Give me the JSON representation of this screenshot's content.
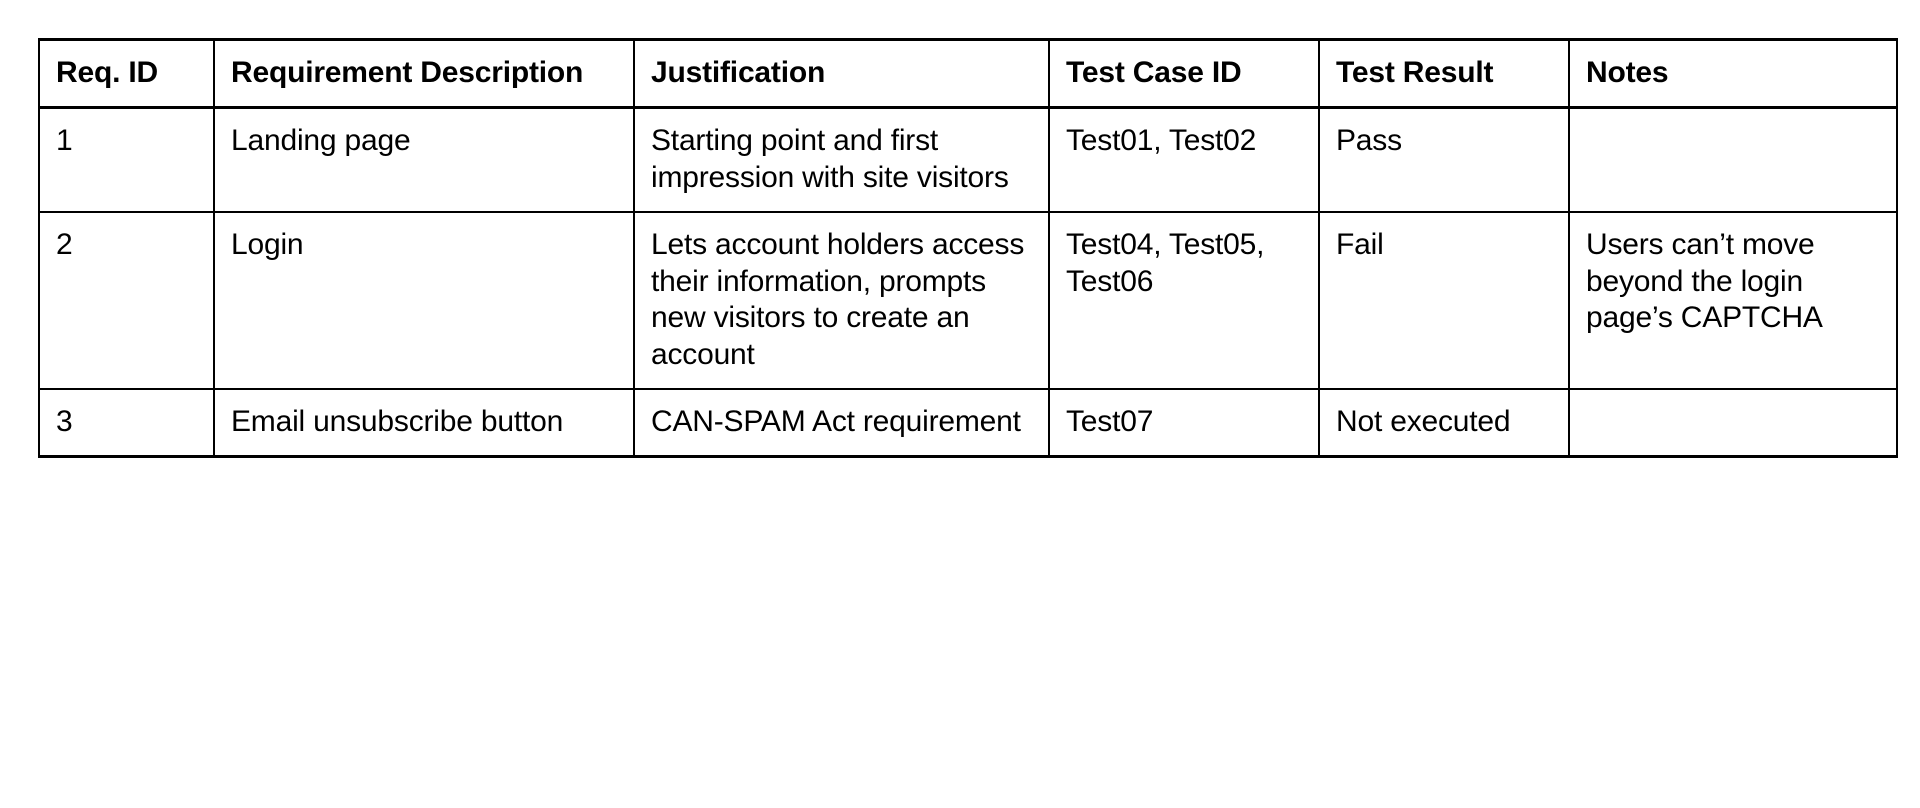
{
  "table": {
    "name": "requirements-traceability-matrix",
    "columns": [
      {
        "key": "req_id",
        "label": "Req. ID"
      },
      {
        "key": "description",
        "label": "Requirement Description"
      },
      {
        "key": "justification",
        "label": "Justification"
      },
      {
        "key": "test_case_id",
        "label": "Test Case ID"
      },
      {
        "key": "test_result",
        "label": "Test Result"
      },
      {
        "key": "notes",
        "label": "Notes"
      }
    ],
    "rows": [
      {
        "req_id": "1",
        "description": "Landing page",
        "justification": "Starting point and first impression with site visitors",
        "test_case_id": "Test01, Test02",
        "test_result": "Pass",
        "notes": ""
      },
      {
        "req_id": "2",
        "description": "Login",
        "justification": "Lets account holders access their information, prompts new visitors to create an account",
        "test_case_id": "Test04, Test05, Test06",
        "test_result": "Fail",
        "notes": "Users can’t move beyond the login page’s CAPTCHA"
      },
      {
        "req_id": "3",
        "description": "Email unsubscribe button",
        "justification": "CAN-SPAM Act requirement",
        "test_case_id": "Test07",
        "test_result": "Not executed",
        "notes": ""
      }
    ]
  },
  "colors": {
    "background": "#ffffff",
    "text": "#000000",
    "border": "#000000"
  }
}
